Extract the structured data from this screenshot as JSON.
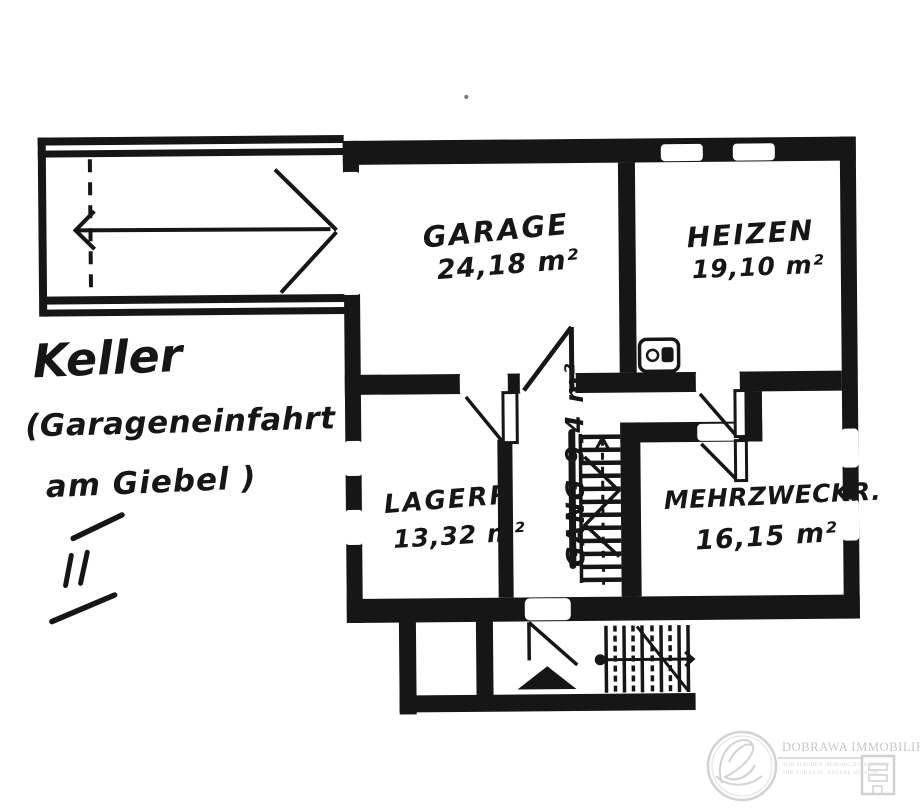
{
  "plan": {
    "title": "Keller",
    "subtitle_line1": "(Garageneinfahrt",
    "subtitle_line2": "am Giebel )",
    "rooms": [
      {
        "id": "garage",
        "name": "GARAGE",
        "area": "24,18 m²"
      },
      {
        "id": "heizen",
        "name": "HEIZEN",
        "area": "19,10 m²"
      },
      {
        "id": "lagerr",
        "name": "LAGERR",
        "area": "13,32 m²"
      },
      {
        "id": "gang",
        "name": "GANG",
        "area": "9.4 m²"
      },
      {
        "id": "mehrzweckr",
        "name": "MEHRZWECKR.",
        "area": "16,15 m²"
      }
    ]
  },
  "watermark": {
    "brand": "DOBRAWA IMMOBILIEN",
    "tagline_line1": "WIR MACHEN IMMOBILIEN EINFACH",
    "tagline_line2": "IHR ZUHAUSE. UNSERE MISSION.",
    "icons": {
      "logo": "monogram-circle-icon",
      "key": "pixel-key-house-icon"
    }
  },
  "colors": {
    "ink": "#161616",
    "paper": "#ffffff",
    "watermark": "#cfcfcf"
  }
}
